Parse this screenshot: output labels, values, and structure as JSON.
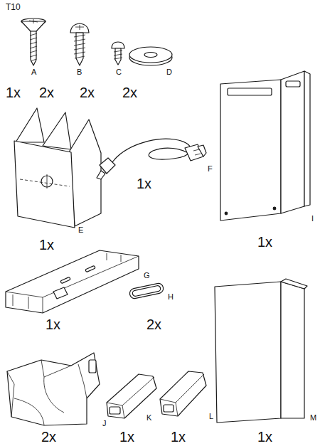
{
  "diagram": {
    "labels": [
      "T10",
      "A",
      "B",
      "C",
      "D",
      "1x",
      "2x",
      "2x",
      "2x",
      "E",
      "1x",
      "F",
      "1x",
      "I",
      "1x",
      "G",
      "H",
      "1x",
      "2x",
      "J",
      "K",
      "L",
      "M",
      "2x",
      "1x",
      "1x",
      "1x"
    ]
  }
}
